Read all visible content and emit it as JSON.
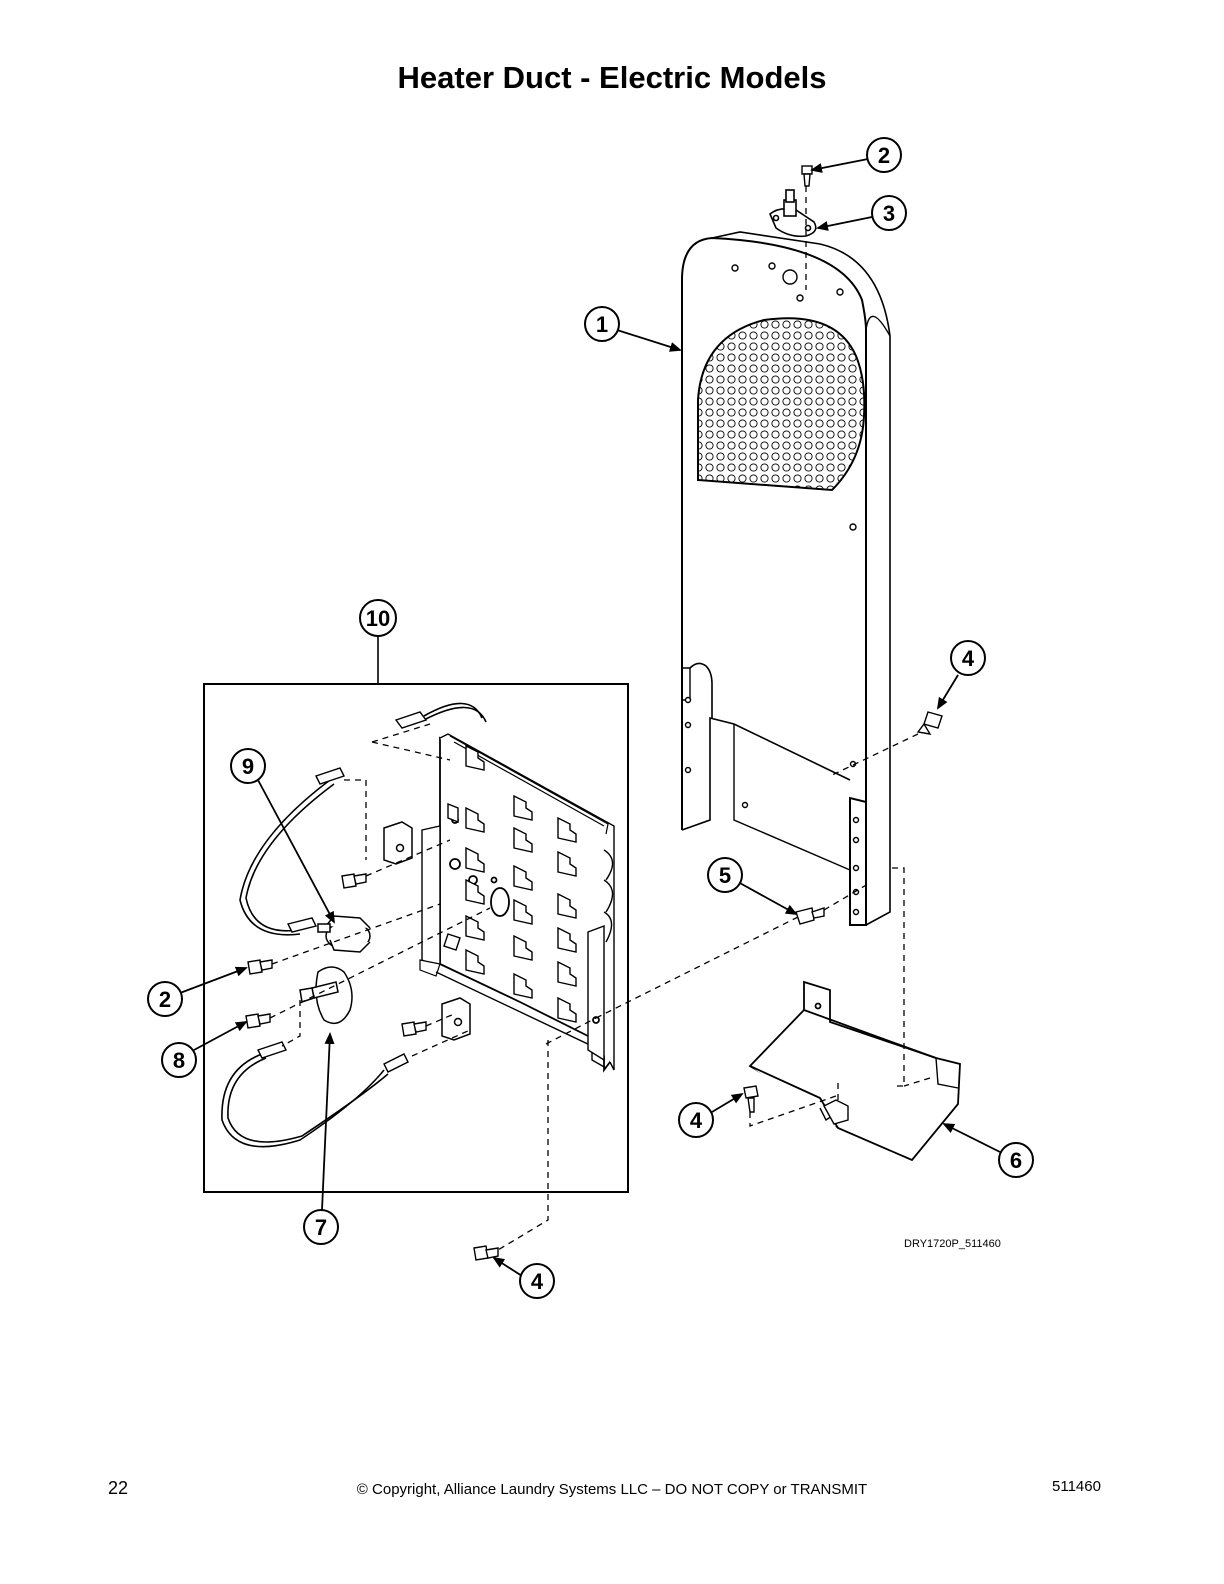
{
  "page": {
    "title": "Heater Duct - Electric Models",
    "reference_code": "DRY1720P_511460",
    "footer": {
      "page_number": "22",
      "copyright": "© Copyright, Alliance Laundry Systems LLC – DO NOT COPY or TRANSMIT",
      "document_number": "511460"
    }
  },
  "callouts": [
    {
      "label": "1"
    },
    {
      "label": "2"
    },
    {
      "label": "3"
    },
    {
      "label": "4"
    },
    {
      "label": "5"
    },
    {
      "label": "6"
    },
    {
      "label": "2"
    },
    {
      "label": "8"
    },
    {
      "label": "7"
    },
    {
      "label": "4"
    },
    {
      "label": "4"
    },
    {
      "label": "9"
    },
    {
      "label": "10"
    }
  ]
}
